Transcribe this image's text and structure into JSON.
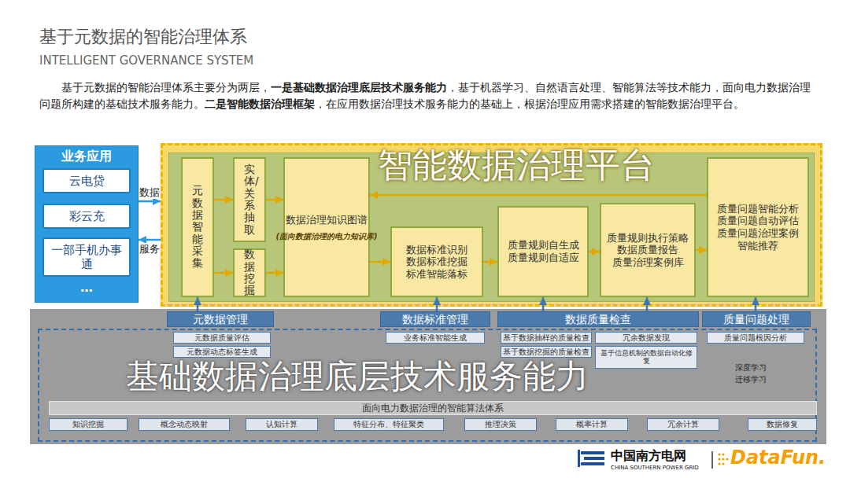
{
  "diagram": {
    "title": "基于元数据的智能治理体系",
    "nodes": [
      {
        "text": [
          "业务应用"
        ]
      },
      {
        "text": [
          "云电贷"
        ],
        "in": 0
      },
      {
        "text": [
          "彩云充"
        ],
        "in": 0
      },
      {
        "text": [
          "一部手机办事通"
        ],
        "in": 0
      },
      {
        "text": [
          "智能数据治理平台"
        ]
      },
      {
        "text": [
          "元数据智能采集"
        ],
        "in": 4
      },
      {
        "text": [
          "实体/关系抽取"
        ],
        "in": 4
      },
      {
        "text": [
          "数据挖掘"
        ],
        "in": 4
      },
      {
        "text": [
          "数据治理知识图谱",
          "(面向数据治理的电力知识库)"
        ],
        "in": 4
      },
      {
        "text": [
          "数据标准识别 数据标准挖掘 标准智能落标"
        ],
        "in": 4
      },
      {
        "text": [
          "质量规则自生成 质量规则自适应"
        ],
        "in": 4
      },
      {
        "text": [
          "质量规则执行策略 数据质量报告 质量治理案例库"
        ],
        "in": 4
      },
      {
        "text": [
          "质量问题智能分析 质量问题自动评估 质量问题治理案例 智能推荐"
        ],
        "in": 4
      },
      {
        "text": [
          "基础数据治理底层技术服务能力"
        ]
      },
      {
        "text": [
          "元数据管理"
        ],
        "in": 13
      },
      {
        "text": [
          "数据标准管理"
        ],
        "in": 13
      },
      {
        "text": [
          "数据质量检查"
        ],
        "in": 13
      },
      {
        "text": [
          "质量问题处理"
        ],
        "in": 13
      },
      {
        "text": [
          "元数据质量评估"
        ],
        "in": 13
      },
      {
        "text": [
          "元数据动态标签生成"
        ],
        "in": 13
      },
      {
        "text": [
          "业务标准智能生成"
        ],
        "in": 13
      },
      {
        "text": [
          "基于数据抽样的质量检查"
        ],
        "in": 13
      },
      {
        "text": [
          "冗余数据发现"
        ],
        "in": 13
      },
      {
        "text": [
          "基于数据挖掘的质量检查"
        ],
        "in": 13
      },
      {
        "text": [
          "基于信息机制的数据自动化修复"
        ],
        "in": 13
      },
      {
        "text": [
          "质量问题根因分析"
        ],
        "in": 13
      },
      {
        "text": [
          "面向电力数据治理的智能算法体系"
        ],
        "in": 13
      },
      {
        "text": [
          "知识挖掘"
        ],
        "in": 13
      },
      {
        "text": [
          "概念动态映射"
        ],
        "in": 13
      },
      {
        "text": [
          "认知计算"
        ],
        "in": 13
      },
      {
        "text": [
          "特征分布、特征聚类"
        ],
        "in": 13
      },
      {
        "text": [
          "推理决策"
        ],
        "in": 13
      },
      {
        "text": [
          "概率计算"
        ],
        "in": 13
      },
      {
        "text": [
          "冗余计算"
        ],
        "in": 13
      },
      {
        "text": [
          "数据修复"
        ],
        "in": 13
      }
    ],
    "edges": [
      {
        "from": 0,
        "to": 4,
        "label": "数据",
        "arrow": "to"
      },
      {
        "from": 4,
        "to": 0,
        "label": "服务",
        "arrow": "to"
      },
      {
        "from": 5,
        "to": 6,
        "arrow": "to"
      },
      {
        "from": 5,
        "to": 7,
        "arrow": "to"
      },
      {
        "from": 6,
        "to": 8,
        "arrow": "to"
      },
      {
        "from": 7,
        "to": 8,
        "arrow": "to"
      },
      {
        "from": 8,
        "to": 9,
        "arrow": "to"
      },
      {
        "from": 9,
        "to": 10,
        "arrow": "to"
      },
      {
        "from": 10,
        "to": 11,
        "arrow": "to"
      },
      {
        "from": 11,
        "to": 12,
        "arrow": "to"
      },
      {
        "from": 12,
        "to": 8,
        "arrow": "to"
      },
      {
        "from": 14,
        "to": 5,
        "arrow": "to"
      },
      {
        "from": 15,
        "to": 9,
        "arrow": "to"
      },
      {
        "from": 16,
        "to": 10,
        "arrow": "to"
      },
      {
        "from": 16,
        "to": 11,
        "arrow": "to"
      },
      {
        "from": 17,
        "to": 12,
        "arrow": "to"
      }
    ],
    "labels": [
      "INTELLIGENT GOVERNANCE SYSTEM",
      "基于元数据的智能治理体系主要分为两层，",
      "一是基础数据治理底层技术服务能力",
      "，基于机器学习、自然语言处理、智能算法等技术能力，面向电力数据治理问题所构建的基础技术服务能力。",
      "二是智能数据治理框架",
      "，在应用数据治理技术服务能力的基础上，根据治理应用需求搭建的智能数据治理平台。",
      "…",
      "深度学习",
      "迁移学习",
      "中国南方电网",
      "CHINA SOUTHERN POWER GRID",
      "DataFun."
    ]
  }
}
